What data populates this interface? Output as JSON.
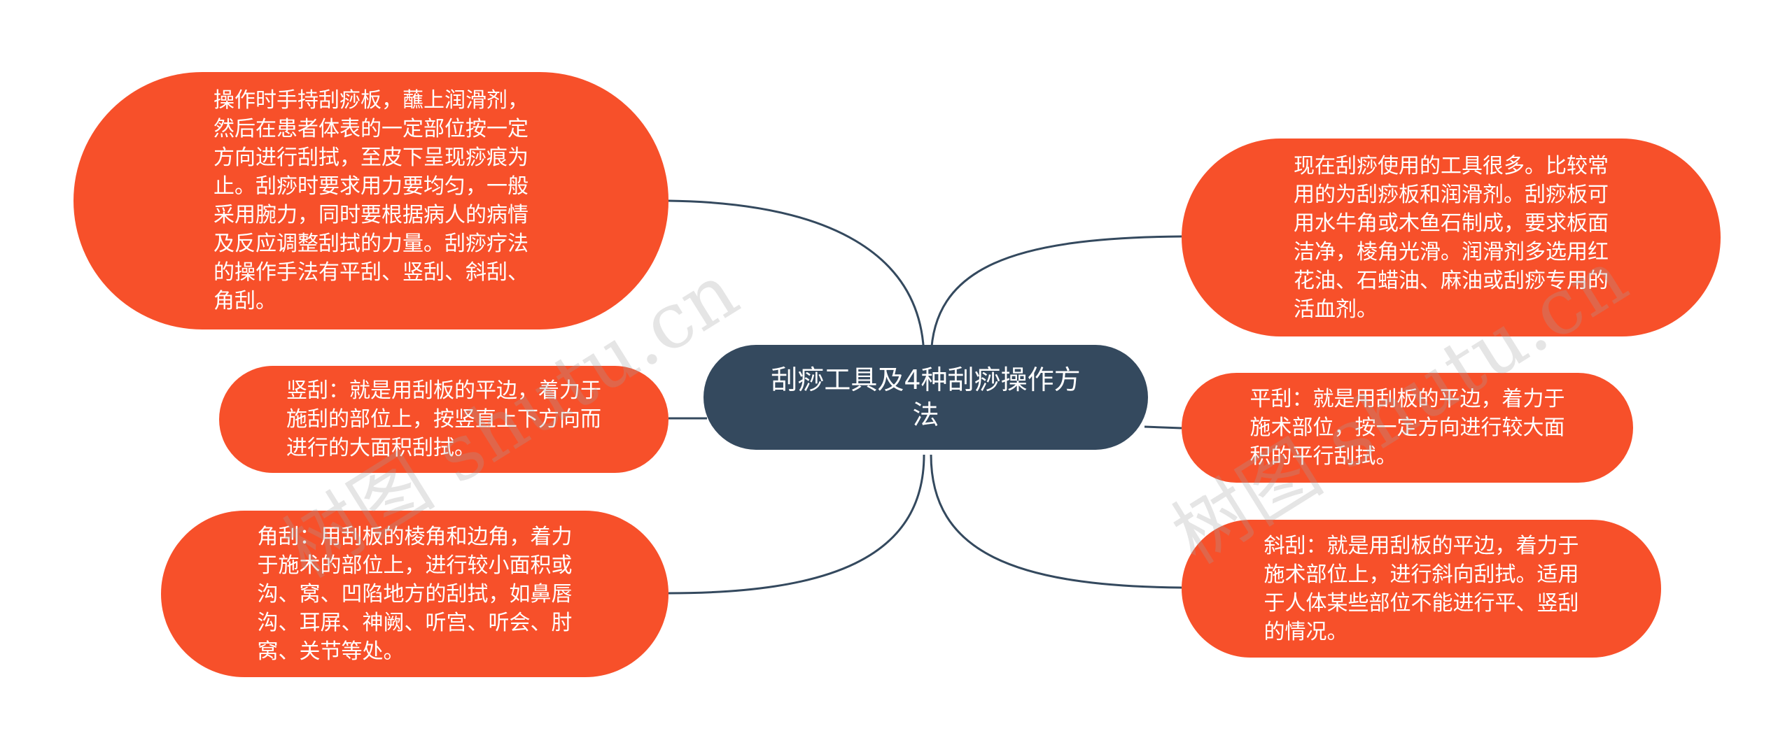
{
  "colors": {
    "branch": "#f7502a",
    "center": "#34495e",
    "connector": "#34495e",
    "text": "#ffffff"
  },
  "center": {
    "label": "刮痧工具及4种刮痧操作方\n法"
  },
  "branches": {
    "method": "操作时手持刮痧板，蘸上润滑剂，\n然后在患者体表的一定部位按一定\n方向进行刮拭，至皮下呈现痧痕为\n止。刮痧时要求用力要均匀，一般\n采用腕力，同时要根据病人的病情\n及反应调整刮拭的力量。刮痧疗法\n的操作手法有平刮、竖刮、斜刮、\n角刮。",
    "vertical": "竖刮：就是用刮板的平边，着力于\n施刮的部位上，按竖直上下方向而\n进行的大面积刮拭。",
    "corner": "角刮：用刮板的棱角和边角，着力\n于施术的部位上，进行较小面积或\n沟、窝、凹陷地方的刮拭，如鼻唇\n沟、耳屏、神阙、听宫、听会、肘\n窝、关节等处。",
    "tools": "现在刮痧使用的工具很多。比较常\n用的为刮痧板和润滑剂。刮痧板可\n用水牛角或木鱼石制成，要求板面\n洁净，棱角光滑。润滑剂多选用红\n花油、石蜡油、麻油或刮痧专用的\n活血剂。",
    "flat": "平刮：就是用刮板的平边，着力于\n施术部位，按一定方向进行较大面\n积的平行刮拭。",
    "oblique": "斜刮：就是用刮板的平边，着力于\n施术部位上，进行斜向刮拭。适用\n于人体某些部位不能进行平、竖刮\n的情况。"
  },
  "watermarks": {
    "left": "树图 shutu.cn",
    "right": "树图 shutu.cn"
  }
}
